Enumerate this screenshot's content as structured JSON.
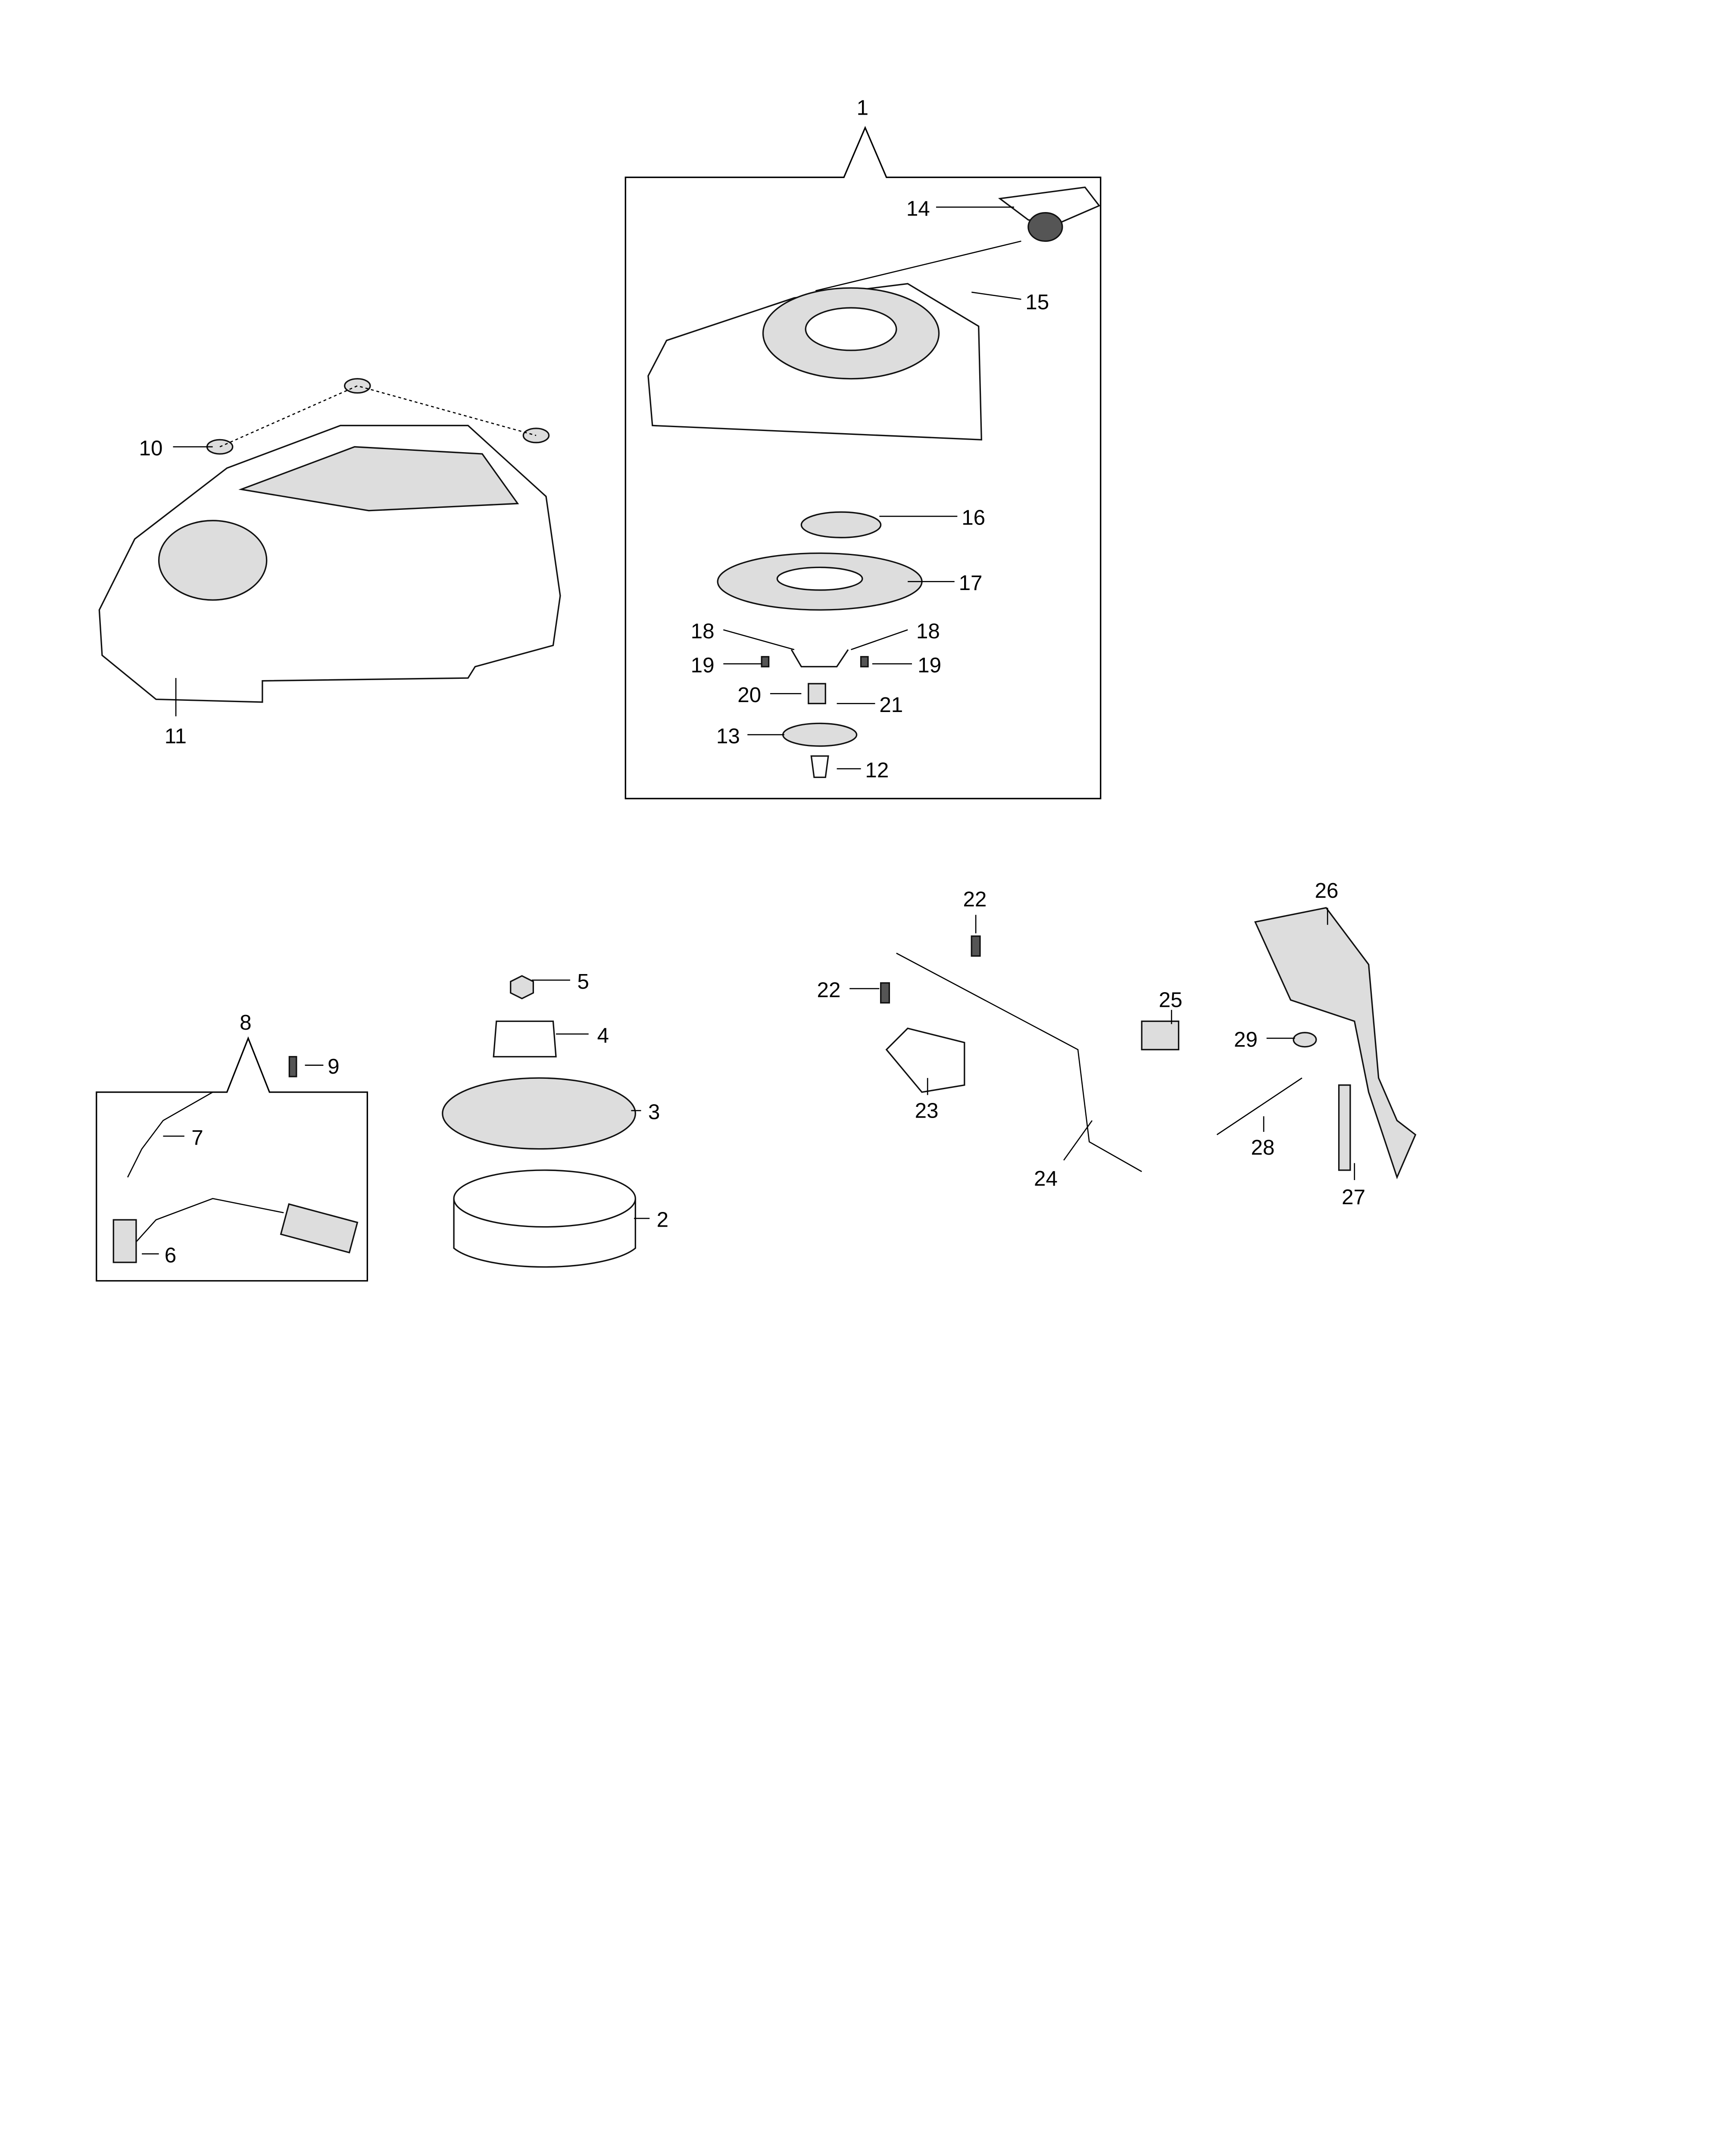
{
  "diagram": {
    "callouts": {
      "c1": "1",
      "c2": "2",
      "c3": "3",
      "c4": "4",
      "c5": "5",
      "c6": "6",
      "c7": "7",
      "c8": "8",
      "c9": "9",
      "c10": "10",
      "c11": "11",
      "c12": "12",
      "c13": "13",
      "c14": "14",
      "c15": "15",
      "c16": "16",
      "c17": "17",
      "c18a": "18",
      "c18b": "18",
      "c19a": "19",
      "c19b": "19",
      "c20": "20",
      "c21": "21",
      "c22a": "22",
      "c22b": "22",
      "c23": "23",
      "c24": "24",
      "c25": "25",
      "c26": "26",
      "c27": "27",
      "c28": "28",
      "c29": "29"
    }
  }
}
